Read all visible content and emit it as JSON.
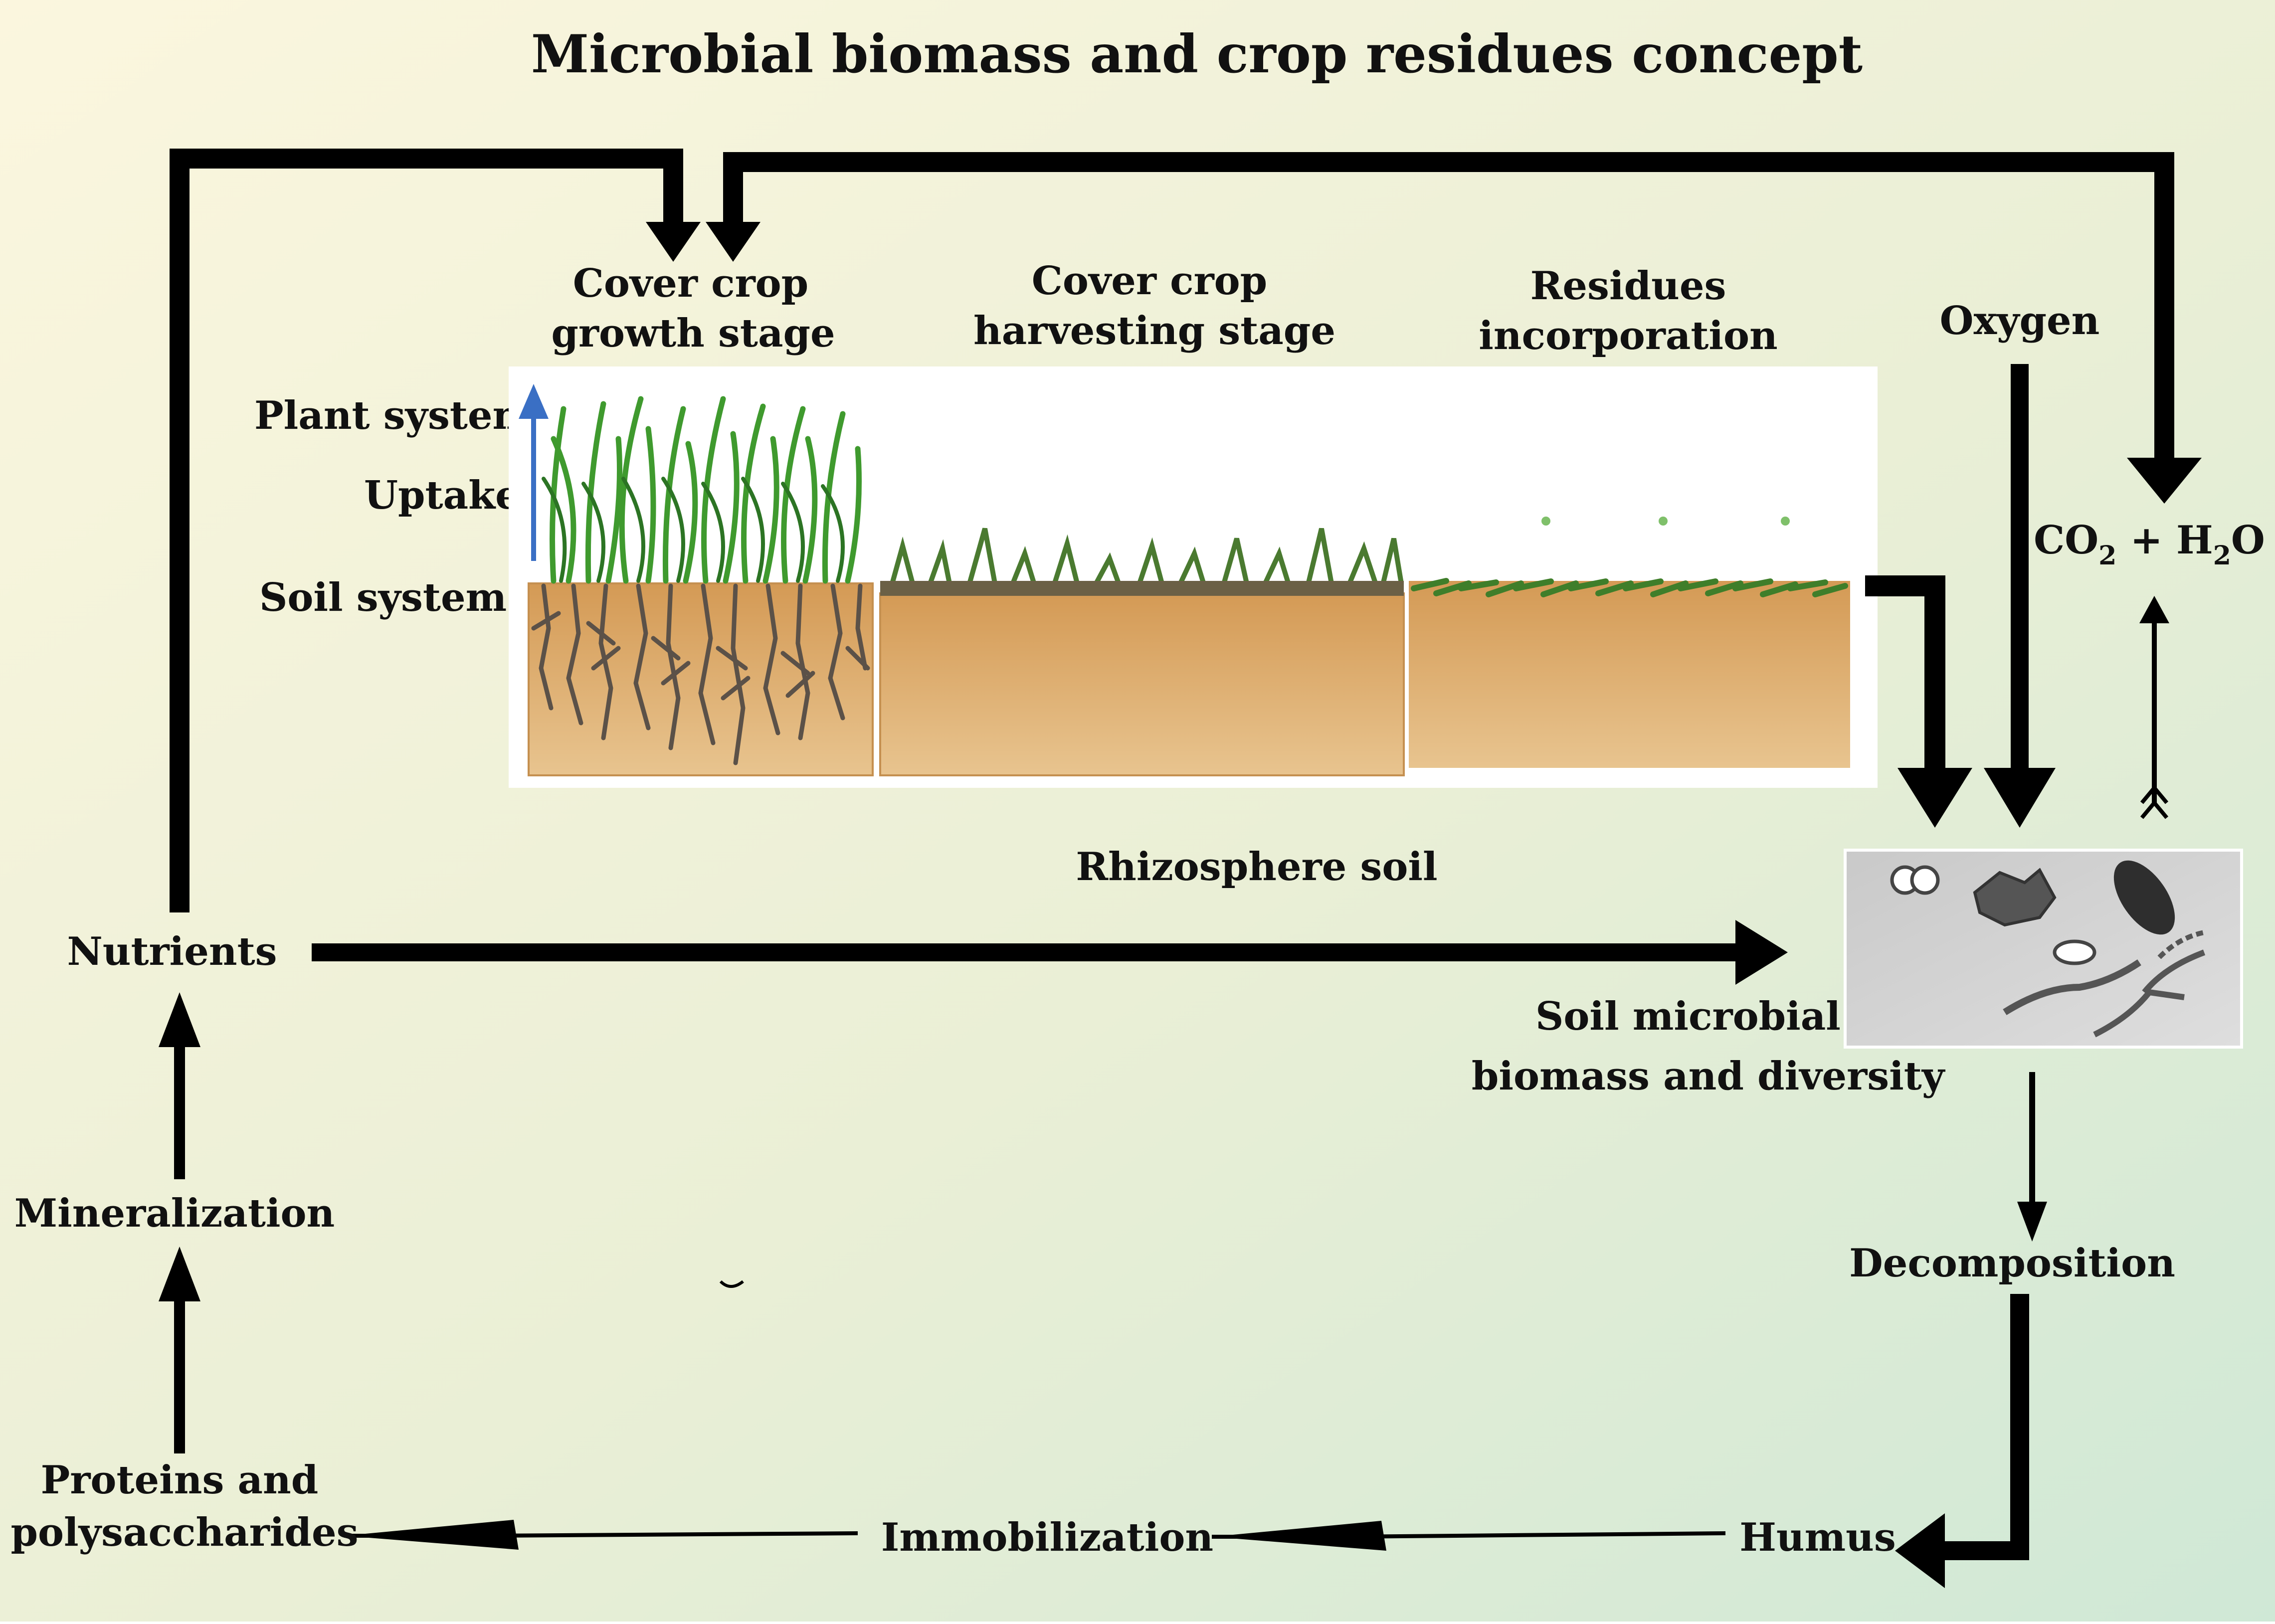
{
  "title": "Microbial biomass and crop residues concept",
  "stages": {
    "growth": [
      "Cover crop",
      "growth stage"
    ],
    "harvesting": [
      "Cover crop",
      "harvesting stage"
    ],
    "residues": [
      "Residues",
      "incorporation"
    ]
  },
  "left_labels": {
    "plant_system": "Plant system",
    "uptake": "Uptake",
    "soil_system": "Soil system"
  },
  "oxygen": "Oxygen",
  "co2_h2o": {
    "a": "CO",
    "sub1": "2",
    "b": " + H",
    "sub2": "2",
    "c": "O"
  },
  "rhizosphere": "Rhizosphere soil",
  "nutrients": "Nutrients",
  "microbial": [
    "Soil microbial",
    "biomass and diversity"
  ],
  "mineralization": "Mineralization",
  "decomposition": "Decomposition",
  "proteins": [
    "Proteins and",
    "polysaccharides"
  ],
  "immobilization": "Immobilization",
  "humus": "Humus",
  "colors": {
    "bg_light": "#f8f3dc",
    "bg_green": "#cfe8d6",
    "soil": "#d9a869",
    "grass": "#3f9a2e",
    "blue_arrow": "#3a6fc4",
    "arrow": "#000000"
  }
}
